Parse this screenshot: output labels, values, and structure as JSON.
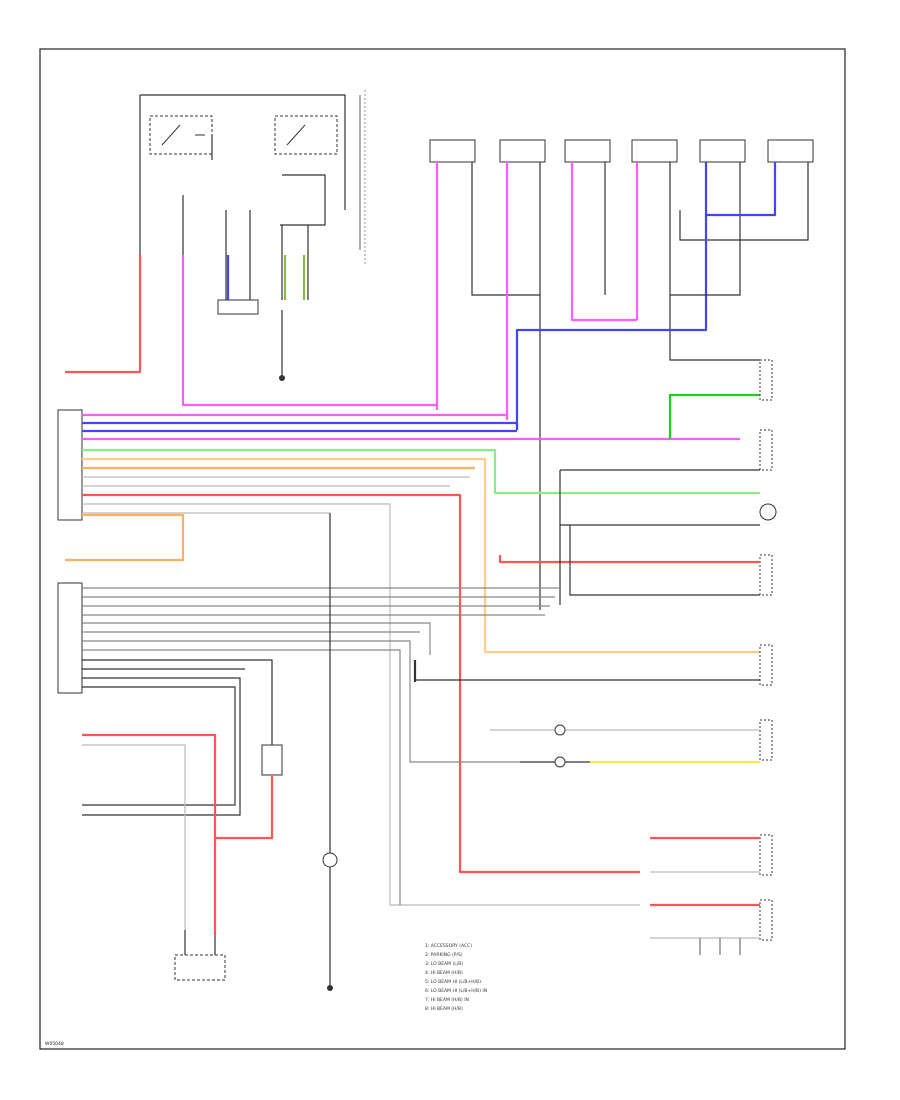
{
  "page_code": "W05048",
  "legend": [
    "1: ACCESSORY (ACC)",
    "2: PARKING (P/S)",
    "3: LO BEAM (L/B)",
    "4: HI BEAM (H/B)",
    "5: LO BEAM HI (L/B+H/B)",
    "6: LO BEAM HI (L/B+H/B) IN",
    "7: HI BEAM (H/B) IN",
    "8: HI BEAM (H/B)"
  ],
  "colors": {
    "pink": "#ff5cff",
    "blue": "#4444ff",
    "red": "#ff5555",
    "orange": "#ffb060",
    "light_green": "#88ee88",
    "green": "#22cc22",
    "yellow": "#eeee44",
    "gray": "#666666",
    "light_gray": "#bbbbbb",
    "black": "#333333"
  }
}
